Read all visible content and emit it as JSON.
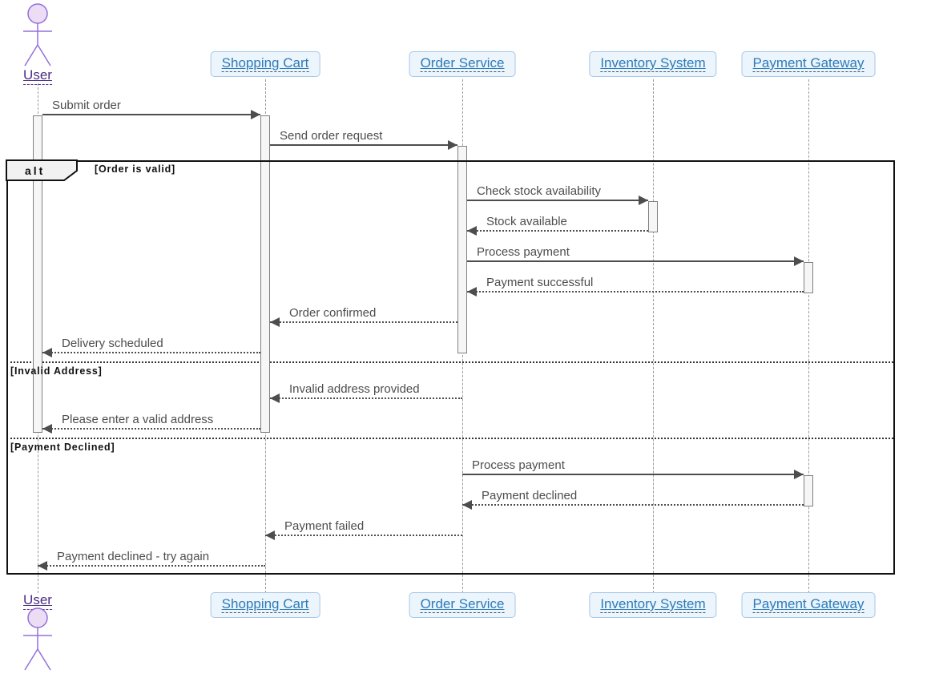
{
  "participants": [
    {
      "name": "User",
      "kind": "actor"
    },
    {
      "name": "Shopping Cart",
      "kind": "participant"
    },
    {
      "name": "Order Service",
      "kind": "participant"
    },
    {
      "name": "Inventory System",
      "kind": "participant"
    },
    {
      "name": "Payment Gateway",
      "kind": "participant"
    }
  ],
  "alt_frame": {
    "operator": "alt",
    "branches": [
      {
        "condition": "[Order is valid]"
      },
      {
        "condition": "[Invalid Address]"
      },
      {
        "condition": "[Payment Declined]"
      }
    ]
  },
  "messages": [
    {
      "label": "Submit order",
      "from": "User",
      "to": "Shopping Cart",
      "line": "solid"
    },
    {
      "label": "Send order request",
      "from": "Shopping Cart",
      "to": "Order Service",
      "line": "solid"
    },
    {
      "label": "Check stock availability",
      "from": "Order Service",
      "to": "Inventory System",
      "line": "solid"
    },
    {
      "label": "Stock available",
      "from": "Inventory System",
      "to": "Order Service",
      "line": "dotted"
    },
    {
      "label": "Process payment",
      "from": "Order Service",
      "to": "Payment Gateway",
      "line": "solid"
    },
    {
      "label": "Payment successful",
      "from": "Payment Gateway",
      "to": "Order Service",
      "line": "dotted"
    },
    {
      "label": "Order confirmed",
      "from": "Order Service",
      "to": "Shopping Cart",
      "line": "dotted"
    },
    {
      "label": "Delivery scheduled",
      "from": "Shopping Cart",
      "to": "User",
      "line": "dotted"
    },
    {
      "label": "Invalid address provided",
      "from": "Order Service",
      "to": "Shopping Cart",
      "line": "dotted"
    },
    {
      "label": "Please enter a valid address",
      "from": "Shopping Cart",
      "to": "User",
      "line": "dotted"
    },
    {
      "label": "Process payment",
      "from": "Order Service",
      "to": "Payment Gateway",
      "line": "solid"
    },
    {
      "label": "Payment declined",
      "from": "Payment Gateway",
      "to": "Order Service",
      "line": "dotted"
    },
    {
      "label": "Payment failed",
      "from": "Order Service",
      "to": "Shopping Cart",
      "line": "dotted"
    },
    {
      "label": "Payment declined - try again",
      "from": "Shopping Cart",
      "to": "User",
      "line": "dotted"
    }
  ],
  "colors": {
    "participant_fill": "#ECF4FC",
    "participant_border": "#A7C7E7",
    "participant_text": "#2B7CB9",
    "actor_stroke": "#9370DB",
    "actor_head_fill": "#EDDDF4",
    "actor_text": "#4B2E83",
    "message_color": "#4D4D4D",
    "lifeline_color": "#9A9A9A",
    "activation_fill": "#F6F6F6",
    "activation_border": "#808080",
    "frame_border": "#111111",
    "operator_label_fill": "#F2F2F2"
  }
}
